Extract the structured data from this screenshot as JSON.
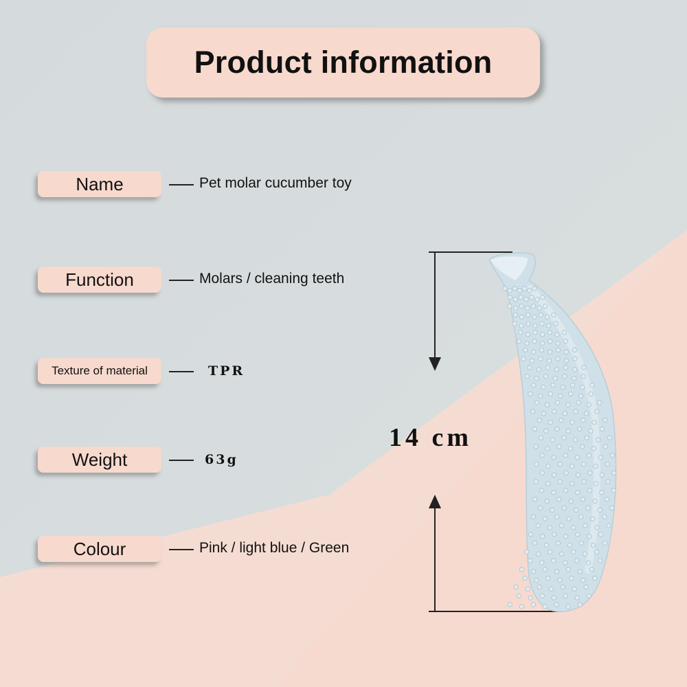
{
  "title": "Product information",
  "rows": [
    {
      "label": "Name",
      "value": "Pet molar cucumber toy"
    },
    {
      "label": "Function",
      "value": "Molars / cleaning teeth"
    },
    {
      "label": "Texture of material",
      "value": "TPR"
    },
    {
      "label": "Weight",
      "value": "63g"
    },
    {
      "label": "Colour",
      "value": "Pink / light blue / Green"
    }
  ],
  "size_label": "14 cm",
  "colors": {
    "background": "#d5dbdd",
    "accent_pink": "#f7d9cd",
    "toy_blue": "#cfe0e8"
  }
}
